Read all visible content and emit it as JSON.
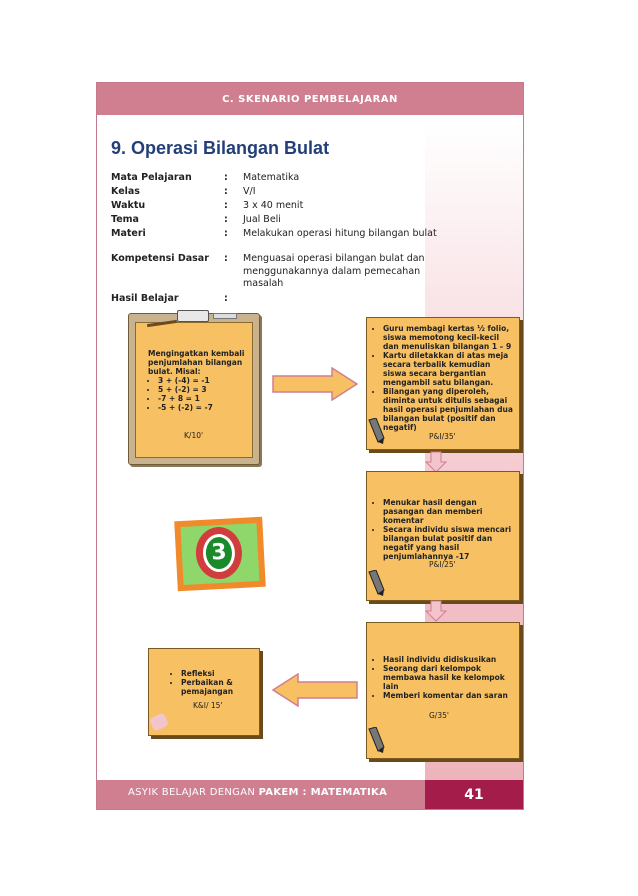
{
  "header": "C. SKENARIO PEMBELAJARAN",
  "title": "9.  Operasi  Bilangan  Bulat",
  "info": [
    {
      "key": "Mata Pelajaran",
      "value": "Matematika"
    },
    {
      "key": "Kelas",
      "value": "V/I"
    },
    {
      "key": "Waktu",
      "value": "3 x 40 menit"
    },
    {
      "key": "Tema",
      "value": "Jual Beli"
    },
    {
      "key": "Materi",
      "value": "Melakukan operasi hitung bilangan bulat"
    },
    {
      "key": "Kompetensi Dasar",
      "value": "Menguasai operasi bilangan bulat dan menggunakannya dalam pemecahan masalah"
    },
    {
      "key": "Hasil Belajar",
      "value": ""
    }
  ],
  "colon": ":",
  "board": {
    "intro": "Mengingatkan kembali penjumlahan bilangan bulat. Misal:",
    "items": [
      "3 + (-4) = -1",
      "5 + (-2) = 3",
      "-7 + 8 = 1",
      "-5 + (-2) = -7"
    ],
    "code": "K/10'"
  },
  "box1": {
    "items": [
      "Guru membagi kertas ½ folio, siswa memotong kecil-kecil dan menuliskan bilangan 1 – 9",
      "Kartu diletakkan di atas meja secara terbalik kemudian siswa secara bergantian mengambil satu bilangan.",
      "Bilangan yang diperoleh, diminta untuk ditulis sebagai hasil operasi penjumlahan dua bilangan bulat (positif dan negatif)"
    ],
    "code": "P&I/35'"
  },
  "box2": {
    "items": [
      "Menukar hasil dengan pasangan dan memberi komentar",
      "Secara individu siswa mencari bilangan bulat positif dan negatif yang hasil penjumlahannya -17"
    ],
    "code": "P&I/25'"
  },
  "box3": {
    "items": [
      "Hasil individu didiskusikan",
      "Seorang dari kelompok membawa hasil ke kelompok lain",
      "Memberi komentar dan saran"
    ],
    "code": "G/35'"
  },
  "box4": {
    "items": [
      "Refleksi",
      "Perbaikan & pemajangan"
    ],
    "code": "K&I/ 15'"
  },
  "badge": "3",
  "footer": {
    "prefix": "ASYIK BELAJAR DENGAN ",
    "bold": "PAKEM : MATEMATIKA"
  },
  "page_number": "41",
  "colors": {
    "header": "#cf7f90",
    "page_number_bg": "#a41c4a",
    "title": "#233f7a",
    "box": "#f7c062"
  }
}
